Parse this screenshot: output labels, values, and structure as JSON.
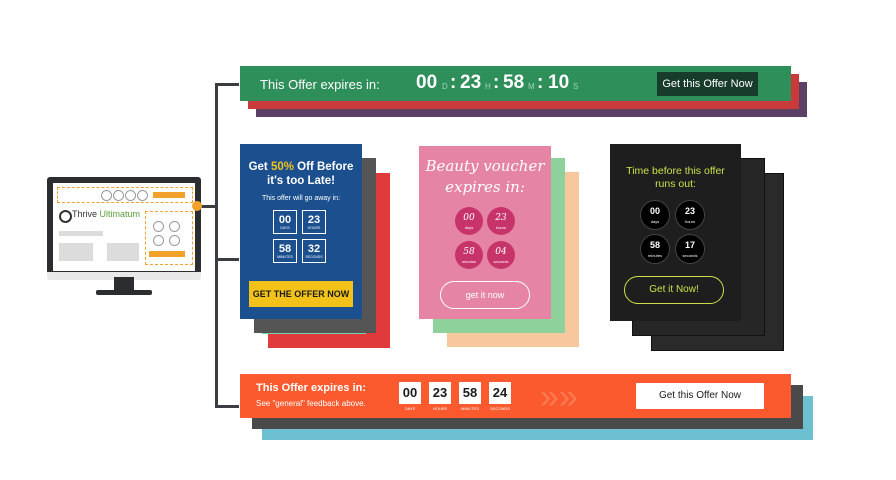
{
  "colors": {
    "green_bar": "#2f8f5a",
    "red_layer": "#c93a3a",
    "purple_layer": "#5b3f64",
    "blue_card": "#1b4f8e",
    "yellow_accent": "#f2c21b",
    "pink_card": "#e584a5",
    "dark_card": "#1e1e1e",
    "lime_accent": "#cde04a",
    "orange_bar": "#fa5a2d",
    "teal_layer": "#6cc0cf"
  },
  "monitor": {
    "logo": "Thrive Ultimatum",
    "logo_part1": "Thrive ",
    "logo_part2": "Ultimatum"
  },
  "top_bar": {
    "label": "This Offer expires in:",
    "days": "00",
    "hours": "23",
    "minutes": "58",
    "seconds": "10",
    "unit_d": "D",
    "unit_h": "H",
    "unit_m": "M",
    "unit_s": "S",
    "separator": ":",
    "button": "Get this Offer Now"
  },
  "card_blue": {
    "title_pre": "Get ",
    "title_highlight": "50%",
    "title_post": " Off Before it's too Late!",
    "subtitle": "This offer will go away in:",
    "units": [
      {
        "value": "00",
        "label": "DAYS"
      },
      {
        "value": "23",
        "label": "HOURS"
      },
      {
        "value": "58",
        "label": "MINUTES"
      },
      {
        "value": "32",
        "label": "SECONDS"
      }
    ],
    "button": "GET THE OFFER NOW"
  },
  "card_pink": {
    "title_line1": "Beauty voucher",
    "title_line2": "expires in:",
    "units": [
      {
        "value": "00",
        "label": "days"
      },
      {
        "value": "23",
        "label": "hours"
      },
      {
        "value": "58",
        "label": "minutes"
      },
      {
        "value": "04",
        "label": "seconds"
      }
    ],
    "button": "get it now"
  },
  "card_dark": {
    "title_line1": "Time before this offer",
    "title_line2": "runs out:",
    "units": [
      {
        "value": "00",
        "label": "days"
      },
      {
        "value": "23",
        "label": "hours"
      },
      {
        "value": "58",
        "label": "minutes"
      },
      {
        "value": "17",
        "label": "seconds"
      }
    ],
    "button": "Get it Now!"
  },
  "bottom_bar": {
    "title": "This Offer expires in:",
    "subtitle": "See \"general\" feedback above.",
    "units": [
      {
        "value": "00",
        "label": "DAYS"
      },
      {
        "value": "23",
        "label": "HOURS"
      },
      {
        "value": "58",
        "label": "MINUTES"
      },
      {
        "value": "24",
        "label": "SECONDS"
      }
    ],
    "button": "Get this Offer Now",
    "chevrons": "»»"
  }
}
